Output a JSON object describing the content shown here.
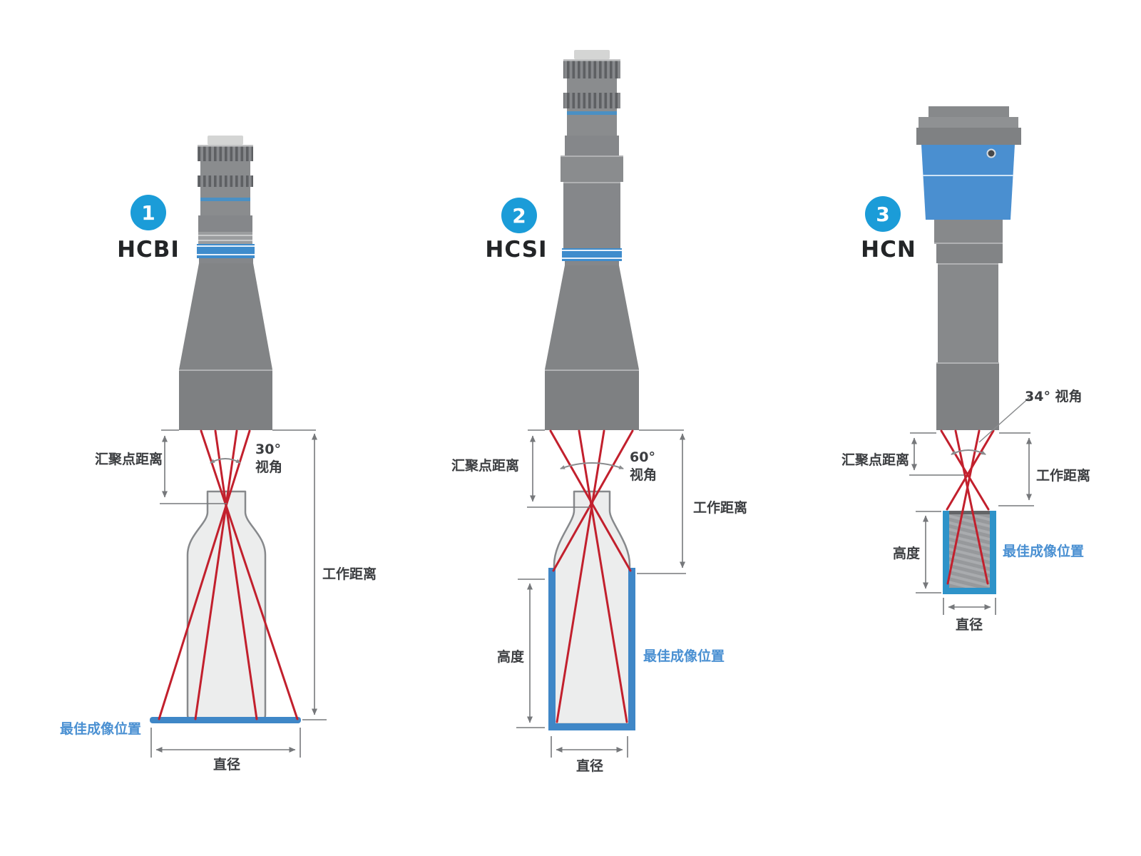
{
  "colors": {
    "badge_blue": "#1b9cd8",
    "accent_blue": "#3f8ccc",
    "imaging_blue": "#3f87c7",
    "container_blue": "#2e93c9",
    "blue_text": "#4a90d2",
    "ray_red": "#c2202d",
    "camera_gray": "#85878a",
    "dim_gray": "#76787b",
    "label_dark": "#3c3e41"
  },
  "diagrams": [
    {
      "badge": "1",
      "model": "HCBI",
      "angle": "30°",
      "angle_unit": "视角",
      "convergence_label": "汇聚点距离",
      "working_distance_label": "工作距离",
      "best_position_label": "最佳成像位置",
      "diameter_label": "直径"
    },
    {
      "badge": "2",
      "model": "HCSI",
      "angle": "60°",
      "angle_unit": "视角",
      "convergence_label": "汇聚点距离",
      "working_distance_label": "工作距离",
      "height_label": "高度",
      "best_position_label": "最佳成像位置",
      "diameter_label": "直径"
    },
    {
      "badge": "3",
      "model": "HCN",
      "angle": "34° 视角",
      "convergence_label": "汇聚点距离",
      "working_distance_label": "工作距离",
      "height_label": "高度",
      "best_position_label": "最佳成像位置",
      "diameter_label": "直径"
    }
  ]
}
